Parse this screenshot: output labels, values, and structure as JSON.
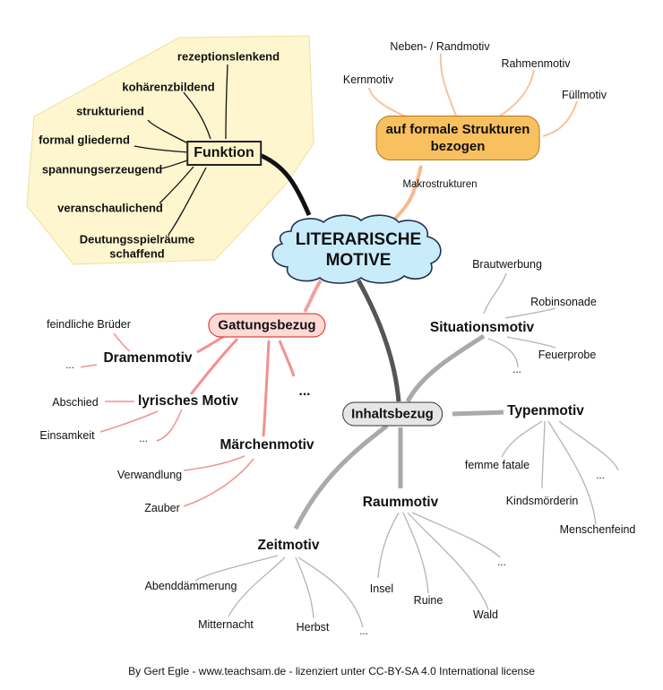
{
  "center": {
    "line1": "LITERARISCHE",
    "line2": "MOTIVE",
    "fill": "#c9ecfb"
  },
  "funktion": {
    "label": "Funktion",
    "region_fill": "#fdf6cf",
    "children": [
      "rezeptionslenkend",
      "kohärenzbildend",
      "strukturiend",
      "formal gliedernd",
      "spannungserzeugend",
      "veranschaulichend",
      "Deutungsspielräume",
      "schaffend"
    ]
  },
  "formal": {
    "line1": "auf formale Strukturen",
    "line2": "bezogen",
    "color": "#f9c060",
    "link_label": "Makrostrukturen",
    "children": [
      "Kernmotiv",
      "Neben- / Randmotiv",
      "Rahmenmotiv",
      "Füllmotiv"
    ]
  },
  "gattung": {
    "label": "Gattungsbezug",
    "color": "#ffd9d4",
    "more": "...",
    "dramen": {
      "label": "Dramenmotiv",
      "children": [
        "feindliche Brüder",
        "..."
      ]
    },
    "lyrisch": {
      "label": "lyrisches Motiv",
      "children": [
        "Abschied",
        "Einsamkeit",
        "..."
      ]
    },
    "maerchen": {
      "label": "Märchenmotiv",
      "children": [
        "Verwandlung",
        "Zauber"
      ]
    }
  },
  "inhalt": {
    "label": "Inhaltsbezug",
    "color": "#e6e6e6",
    "situation": {
      "label": "Situationsmotiv",
      "children": [
        "Brautwerbung",
        "Robinsonade",
        "Feuerprobe",
        "..."
      ]
    },
    "typen": {
      "label": "Typenmotiv",
      "children": [
        "femme fatale",
        "Kindsmörderin",
        "Menschenfeind",
        "..."
      ]
    },
    "raum": {
      "label": "Raummotiv",
      "children": [
        "Insel",
        "Ruine",
        "Wald",
        "..."
      ]
    },
    "zeit": {
      "label": "Zeitmotiv",
      "children": [
        "Abenddämmerung",
        "Mitternacht",
        "Herbst",
        "..."
      ]
    }
  },
  "footer": "By Gert Egle - www.teachsam.de - lizenziert unter CC-BY-SA 4.0 International license"
}
